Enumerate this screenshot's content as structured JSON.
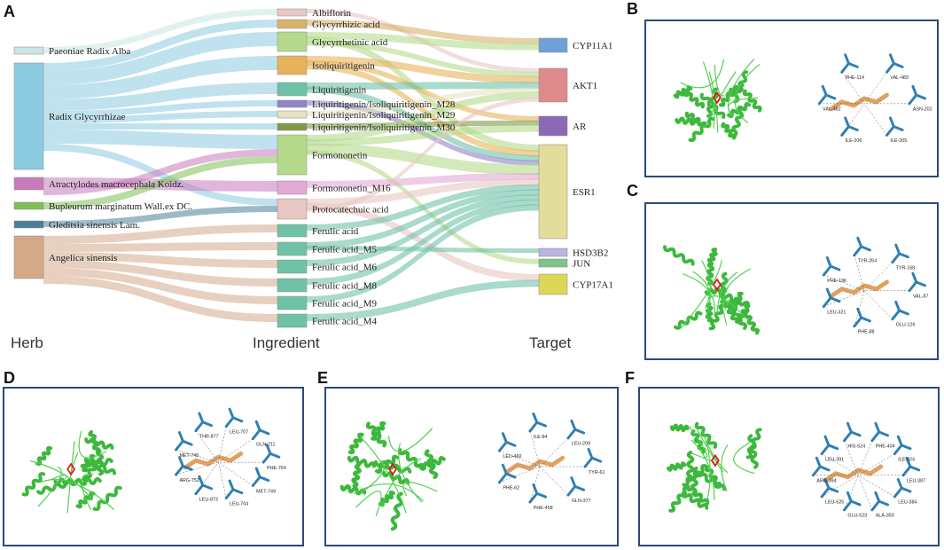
{
  "panels": {
    "a": "A",
    "b": "B",
    "c": "C",
    "d": "D",
    "e": "E",
    "f": "F"
  },
  "columns": {
    "herb": "Herb",
    "ingredient": "Ingredient",
    "target": "Target"
  },
  "herbs": [
    {
      "name": "Paeoniae Radix Alba",
      "color": "#c9e7e0"
    },
    {
      "name": "Radix Glycyrrhizae",
      "color": "#8ccbe0"
    },
    {
      "name": "Atractylodes macrocephala Koidz.",
      "color": "#c77bbb"
    },
    {
      "name": "Bupleurum marginatum Wall.ex DC.",
      "color": "#7fbf55"
    },
    {
      "name": "Gleditsia sinensis Lam.",
      "color": "#4a7f98"
    },
    {
      "name": "Angelica sinensis",
      "color": "#d3a98a"
    }
  ],
  "ingredients": [
    {
      "name": "Albiflorin",
      "color": "#e8c7c7"
    },
    {
      "name": "Glycyrrhizic acid",
      "color": "#d8b36a"
    },
    {
      "name": "Glycyrrhetinic acid",
      "color": "#b5da8c"
    },
    {
      "name": "Isoliquiritigenin",
      "color": "#e8b25a"
    },
    {
      "name": "Liquiritigenin",
      "color": "#6fc2a8"
    },
    {
      "name": "Liquiritigenin/Isoliquiritigenin_M28",
      "color": "#8f86c8"
    },
    {
      "name": "Liquiritigenin/Isoliquiritigenin_M29",
      "color": "#e8e2c4"
    },
    {
      "name": "Liquiritigenin/Isoliquiritigenin_M30",
      "color": "#7f9a4a"
    },
    {
      "name": "Formononetin",
      "color": "#b5da8c"
    },
    {
      "name": "Formononetin_M16",
      "color": "#e2a8d6"
    },
    {
      "name": "Protocatechuic acid",
      "color": "#e8c7c2"
    },
    {
      "name": "Ferulic acid",
      "color": "#6fc2a8"
    },
    {
      "name": "Ferulic acid_M5",
      "color": "#6fc2a8"
    },
    {
      "name": "Ferulic acid_M6",
      "color": "#6fc2a8"
    },
    {
      "name": "Ferulic acid_M8",
      "color": "#6fc2a8"
    },
    {
      "name": "Ferulic acid_M9",
      "color": "#6fc2a8"
    },
    {
      "name": "Ferulic acid_M4",
      "color": "#6fc2a8"
    }
  ],
  "targets": [
    {
      "name": "CYP11A1",
      "color": "#6fa0d8"
    },
    {
      "name": "AKT1",
      "color": "#df8a8a"
    },
    {
      "name": "AR",
      "color": "#8a6ab5"
    },
    {
      "name": "ESR1",
      "color": "#e2dd9a"
    },
    {
      "name": "HSD3B2",
      "color": "#b8b5e0"
    },
    {
      "name": "JUN",
      "color": "#7fc28a"
    },
    {
      "name": "CYP17A1",
      "color": "#dcd855"
    }
  ],
  "residues": {
    "b": [
      "ASN-202",
      "ILE-205",
      "ILE-206",
      "VAL-482",
      "PHE-114",
      "VAL-483"
    ],
    "c": [
      "VAL-87",
      "GLU-126",
      "PHE-88",
      "LEU-321",
      "PHE-196",
      "TYR-264",
      "TYR-168"
    ],
    "d": [
      "PHE-764",
      "MET-749",
      "LEU-704",
      "LEU-873",
      "ARG-752",
      "MET-745",
      "THR-877",
      "LEU-707",
      "GLN-711"
    ],
    "e": [
      "TYR-61",
      "GLN-377",
      "PHE-458",
      "PHE-62",
      "LEU-460",
      "ILE-84",
      "LEU-209"
    ],
    "f": [
      "LEU-387",
      "LEU-384",
      "ALA-350",
      "GLU-523",
      "LEU-525",
      "ARG-394",
      "LEU-391",
      "HIS-524",
      "PHE-404",
      "ILE-424"
    ]
  }
}
